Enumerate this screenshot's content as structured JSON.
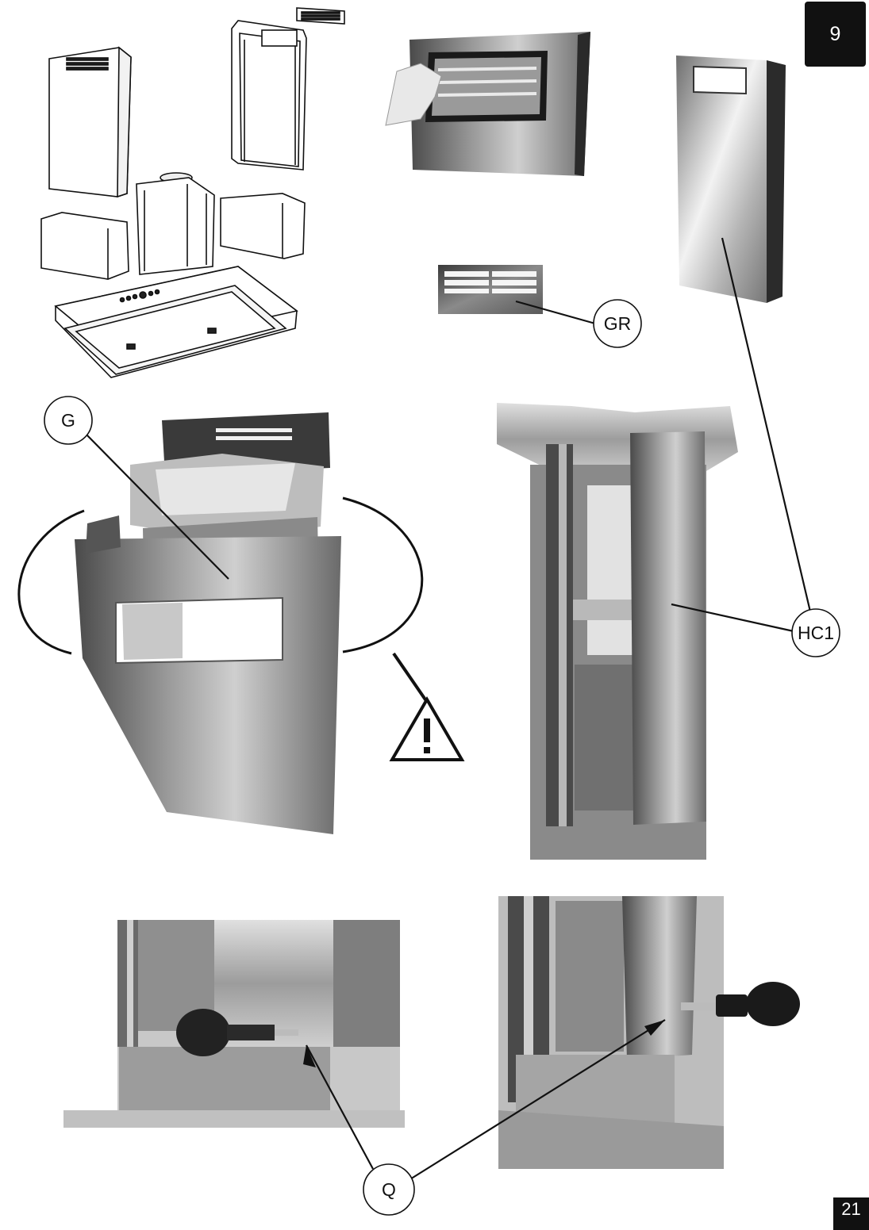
{
  "step_number": "9",
  "page_number": "21",
  "callouts": {
    "gr": "GR",
    "g": "G",
    "hc1": "HC1",
    "q": "Q"
  },
  "icons": {
    "warning": "warning-triangle-icon"
  },
  "figures": [
    "exploded-hood-assembly",
    "grille-removal-photo",
    "chimney-cover-hc1",
    "grille-plate-gr",
    "rotate-cover-photo",
    "cover-on-chimney-photo",
    "screw-left-photo",
    "screw-right-photo"
  ]
}
